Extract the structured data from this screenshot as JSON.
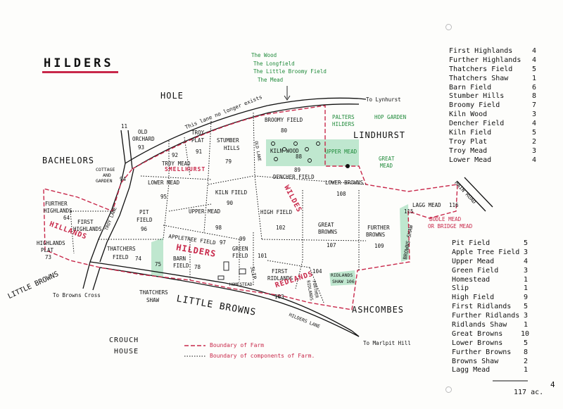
{
  "title": "HILDERS",
  "legend_top": [
    {
      "name": "First Highlands",
      "value": "4"
    },
    {
      "name": "Further Highlands",
      "value": "4"
    },
    {
      "name": "Thatchers Field",
      "value": "5"
    },
    {
      "name": "Thatchers Shaw",
      "value": "1"
    },
    {
      "name": "Barn Field",
      "value": "6"
    },
    {
      "name": "Stumber Hills",
      "value": "8"
    },
    {
      "name": "Broomy Field",
      "value": "7"
    },
    {
      "name": "Kiln Wood",
      "value": "3"
    },
    {
      "name": "Dencher Field",
      "value": "4"
    },
    {
      "name": "Kiln Field",
      "value": "5"
    },
    {
      "name": "Troy Plat",
      "value": "2"
    },
    {
      "name": "Troy Mead",
      "value": "3"
    },
    {
      "name": "Lower Mead",
      "value": "4"
    }
  ],
  "legend_bottom": [
    {
      "name": "Pit Field",
      "value": "5"
    },
    {
      "name": "Apple Tree Field",
      "value": "3"
    },
    {
      "name": "Upper Mead",
      "value": "4"
    },
    {
      "name": "Green Field",
      "value": "3"
    },
    {
      "name": "Homestead",
      "value": "1"
    },
    {
      "name": "Slip",
      "value": "1"
    },
    {
      "name": "High Field",
      "value": "9"
    },
    {
      "name": "First Ridlands",
      "value": "5"
    },
    {
      "name": "Further Ridlands",
      "value": "3"
    },
    {
      "name": "Ridlands Shaw",
      "value": "1"
    },
    {
      "name": "Great Browns",
      "value": "10"
    },
    {
      "name": "Lower Browns",
      "value": "5"
    },
    {
      "name": "Further Browns",
      "value": "8"
    },
    {
      "name": "Browns Shaw",
      "value": "2"
    },
    {
      "name": "Lagg Mead",
      "value": "1"
    }
  ],
  "total": "117 ac.",
  "corner_mark": "4",
  "green_note": [
    "The Wood",
    "The Longfield",
    "The Little Broomy Field",
    "The Mead"
  ],
  "neighbours": {
    "hole": "HOLE",
    "bachelors": "BACHELORS",
    "lindhurst": "LINDHURST",
    "ashcombes": "ASHCOMBES",
    "little_browns_big": "LITTLE BROWNS",
    "little_browns_left": "LITTLE BROWNS",
    "crouch": "CROUCH",
    "house": "HOUSE"
  },
  "roads": {
    "lane_note": "This lane no longer exists",
    "to_lynhurst": "To Lynhurst",
    "to_browns_cross": "To Browns Cross",
    "to_marlpit_hill": "To Marlpit Hill",
    "main_road": "MAIN ROAD",
    "hilders_lane": "HILDERS LANE",
    "troy_lane": "TROY LANE",
    "old_lane": "OLD LANE"
  },
  "fields": {
    "broomy": "BROOMY FIELD",
    "broomy_no": "80",
    "kiln_wood": "KILN WOOD",
    "kiln_wood_no": "88",
    "dencher": "DENCHER FIELD",
    "dencher_no": "89",
    "stumber_a": "STUMBER",
    "stumber_b": "HILLS",
    "stumber_no": "79",
    "troy_plat_a": "TROY",
    "troy_plat_b": "PLAT",
    "troy_plat_no": "91",
    "troy_mead": "TROY MEAD",
    "troy_mead_no": "92",
    "old_orchard_a": "OLD",
    "old_orchard_b": "ORCHARD",
    "old_orchard_no": "93",
    "cottage_a": "COTTAGE",
    "cottage_b": "AND",
    "cottage_c": "GARDEN",
    "cottage_no": "94",
    "lower_mead": "LOWER MEAD",
    "lower_mead_no": "95",
    "kiln_field": "KILN FIELD",
    "kiln_field_no": "90",
    "upper_mead": "UPPER MEAD",
    "upper_mead_no": "98",
    "pit_a": "PIT",
    "pit_b": "FIELD",
    "pit_no": "96",
    "appletree": "APPLETREE FIELD",
    "appletree_no": "97",
    "further_hl_a": "FURTHER",
    "further_hl_b": "HIGHLANDS",
    "further_hl_no": "64",
    "first_hl_a": "FIRST",
    "first_hl_b": "HIGHLANDS",
    "highlands_plat_a": "HIGHLANDS",
    "highlands_plat_b": "PLAT",
    "highlands_plat_no": "73",
    "thatchers_a": "THATCHERS",
    "thatchers_b": "FIELD",
    "thatchers_no": "74",
    "thatchers_shaw_a": "THATCHERS",
    "thatchers_shaw_b": "SHAW",
    "shaw_no": "75",
    "barn_a": "BARN",
    "barn_b": "FIELD",
    "barn_no": "78",
    "green_a": "GREEN",
    "green_b": "FIELD",
    "green_no": "99",
    "slip": "SLIP",
    "slip_no": "101",
    "homestead": "HOMESTEAD",
    "high_field": "HIGH FIELD",
    "high_field_no": "102",
    "great_browns_a": "GREAT",
    "great_browns_b": "BROWNS",
    "great_browns_no": "107",
    "first_ridlands_a": "FIRST",
    "first_ridlands_b": "RIDLANDS",
    "first_ridlands_no": "103",
    "further_ridlands_a": "FURTHER",
    "further_ridlands_b": "RIDLANDS",
    "further_ridlands_no": "104",
    "ridlands_shaw_a": "RIDLANDS",
    "ridlands_shaw_b": "SHAW",
    "ridlands_shaw_no": "106",
    "lower_browns": "LOWER BROWNS",
    "lower_browns_no": "108",
    "further_browns_a": "FURTHER",
    "further_browns_b": "BROWNS",
    "further_browns_no": "109",
    "browns_shaw": "BROWNS SHAW",
    "browns_shaw_no": "115",
    "lagg_mead": "LAGG MEAD",
    "lagg_mead_no": "116",
    "bodle_a": "BODLE MEAD",
    "bodle_b": "OR BRIDGE MEAD",
    "troy_road_no": "11"
  },
  "green_labels": {
    "paltrys_a": "PALTERS",
    "paltrys_b": "HILDERS",
    "hop_garden": "HOP GARDEN",
    "upper_mead": "UPPER MEAD",
    "great_mead_a": "GREAT",
    "great_mead_b": "MEAD"
  },
  "red_labels": {
    "hildiers_big": "HILDERS",
    "hillands": "HILLANDS",
    "redlands": "REDLANDS",
    "smellhurst": "SMELLHURST",
    "wildes": "WILDES"
  },
  "key": {
    "farm": "Boundary of Farm",
    "components": "Boundary of components of Farm."
  },
  "colors": {
    "farm_boundary": "#c8284a",
    "green_text": "#1f8a3a",
    "shaw_fill": "#bfe7cf",
    "ink": "#111111"
  }
}
